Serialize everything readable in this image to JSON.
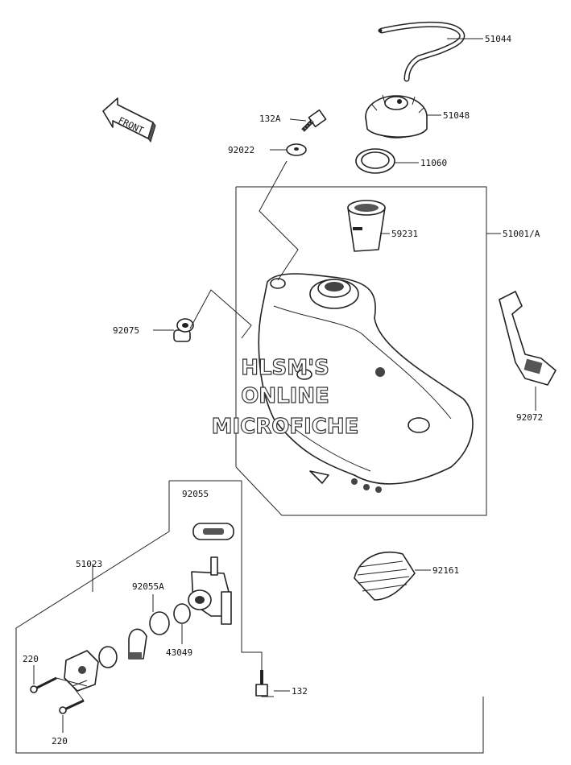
{
  "front_arrow": {
    "label": "FRONT",
    "icon": "front-direction-arrow-icon"
  },
  "watermark": {
    "line1": "HLSM'S",
    "line2": "ONLINE",
    "line3": "MICROFICHE"
  },
  "parts": {
    "p51044": "51044",
    "p51048": "51048",
    "p132A": "132A",
    "p92022": "92022",
    "p11060": "11060",
    "p59231": "59231",
    "p51001A": "51001/A",
    "p92075": "92075",
    "p92072": "92072",
    "p92055": "92055",
    "p51023": "51023",
    "p92055A": "92055A",
    "p92161": "92161",
    "p43049": "43049",
    "p220a": "220",
    "p220b": "220",
    "p132": "132"
  }
}
